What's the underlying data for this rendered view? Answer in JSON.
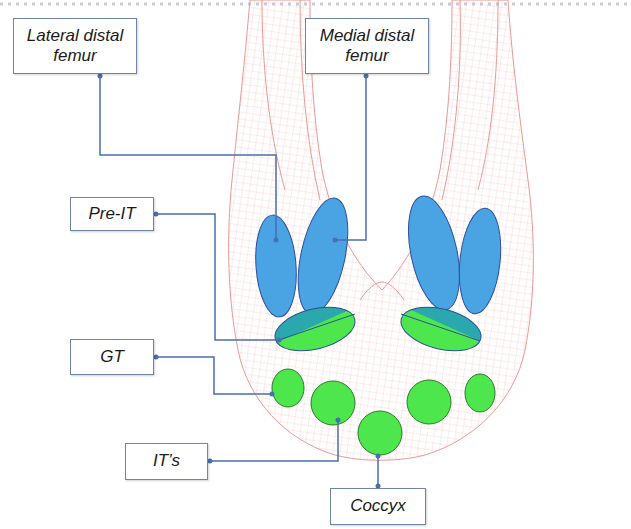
{
  "diagram": {
    "nodes": [
      {
        "text": [
          "Lateral distal femur"
        ]
      },
      {
        "text": [
          "Medial distal femur"
        ]
      },
      {
        "text": [
          "Pre-IT"
        ]
      },
      {
        "text": [
          "GT"
        ]
      },
      {
        "text": [
          "IT’s"
        ]
      },
      {
        "text": [
          "Coccyx"
        ]
      }
    ]
  }
}
